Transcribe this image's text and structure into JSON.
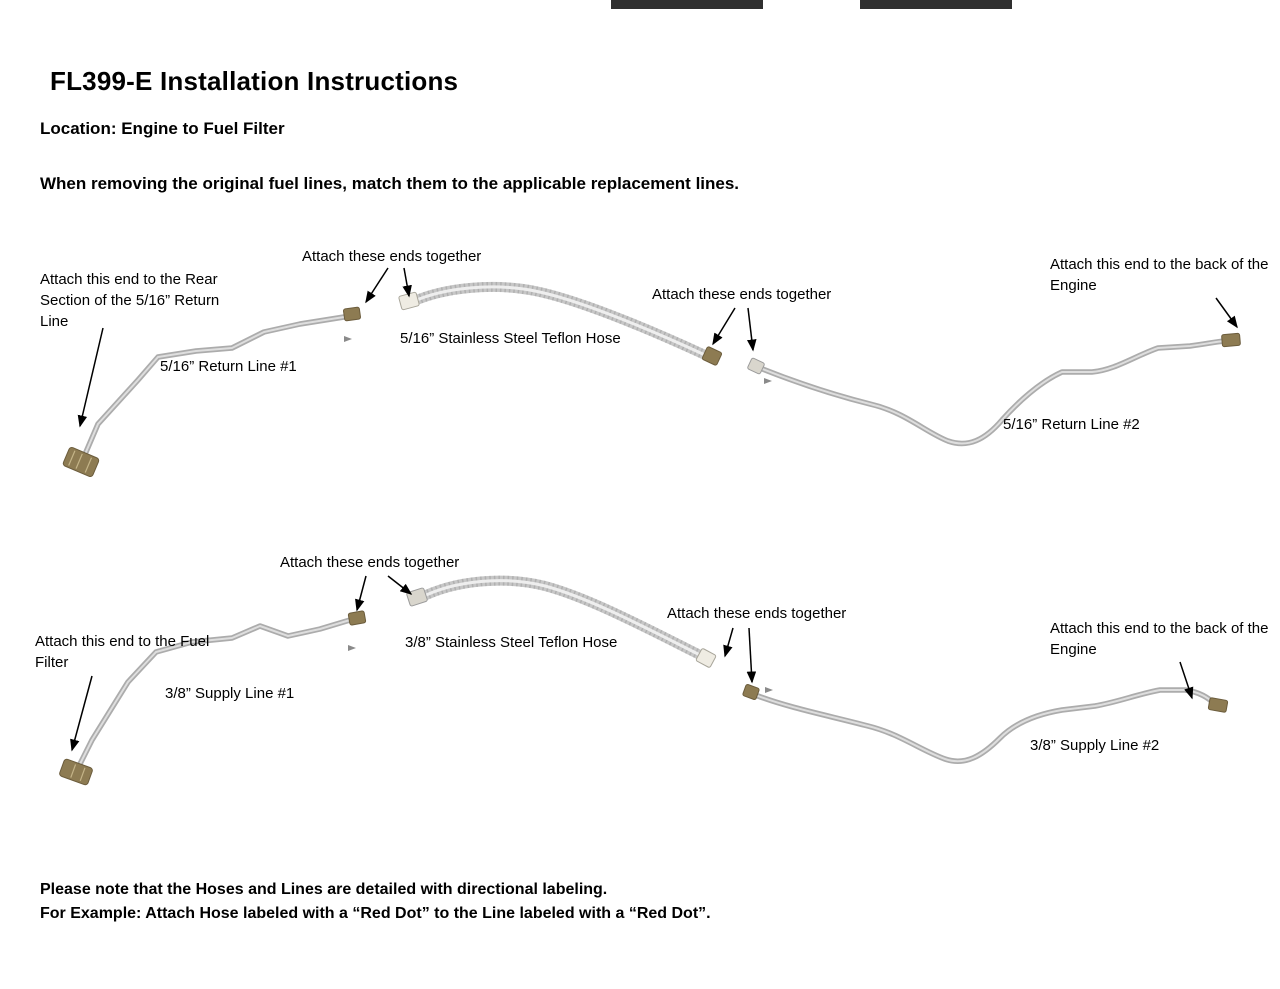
{
  "page": {
    "title": "FL399-E Installation Instructions",
    "location": "Location: Engine to Fuel Filter",
    "intro": "When removing the original fuel lines, match them to the applicable replacement lines.",
    "note_line1": "Please note that the Hoses and Lines are detailed with directional labeling.",
    "note_line2": "For Example: Attach Hose labeled with a “Red Dot” to the Line labeled with a “Red Dot”."
  },
  "return_diagram": {
    "attach_rear": "Attach this end to the Rear Section of the 5/16” Return Line",
    "attach_together_1": "Attach these ends together",
    "hose_label": "5/16” Stainless Steel Teflon Hose",
    "attach_together_2": "Attach these ends together",
    "attach_engine": "Attach this end to the back of the Engine",
    "line1_label": "5/16” Return Line #1",
    "line2_label": "5/16” Return Line #2"
  },
  "supply_diagram": {
    "attach_together_1": "Attach these ends together",
    "attach_fuel_filter": "Attach this end to the Fuel Filter",
    "hose_label": "3/8” Stainless Steel Teflon Hose",
    "attach_together_2": "Attach these ends together",
    "attach_engine": "Attach this end to the back of the Engine",
    "line1_label": "3/8” Supply Line #1",
    "line2_label": "3/8” Supply Line #2"
  }
}
